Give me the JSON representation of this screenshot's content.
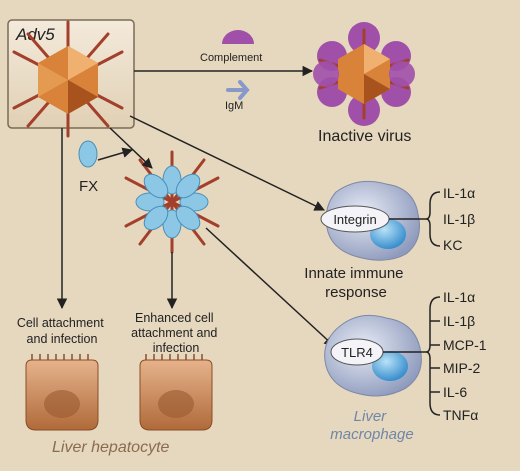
{
  "virus_box": {
    "label": "Adv5"
  },
  "inhibitors": {
    "complement": "Complement",
    "igm": "IgM"
  },
  "inactive": {
    "label": "Inactive virus"
  },
  "fx": {
    "label": "FX"
  },
  "pathways": {
    "left": [
      "Cell attachment",
      "and infection"
    ],
    "middle": [
      "Enhanced cell",
      "attachment and",
      "infection"
    ]
  },
  "hepatocyte": {
    "label": "Liver hepatocyte"
  },
  "integrin_cell": {
    "receptor": "Integrin",
    "outputs": [
      "IL-1α",
      "IL-1β",
      "KC"
    ],
    "caption": [
      "Innate immune",
      "response"
    ]
  },
  "tlr_cell": {
    "receptor": "TLR4",
    "outputs": [
      "IL-1α",
      "IL-1β",
      "MCP-1",
      "MIP-2",
      "IL-6",
      "TNFα"
    ],
    "caption": [
      "Liver",
      "macrophage"
    ]
  },
  "colors": {
    "background": "#e6d8be",
    "capsid": "#d9823a",
    "capsid_dark": "#a8521d",
    "fiber": "#a2402c",
    "complement": "#a050a8",
    "igm": "#8898c8",
    "fx": "#8cc7e6",
    "cell": "#b0bbd4",
    "nucleus": "#4aa2d8",
    "hepatocyte": "#cf8f5a",
    "caption_accent": "#8a6b4e"
  }
}
